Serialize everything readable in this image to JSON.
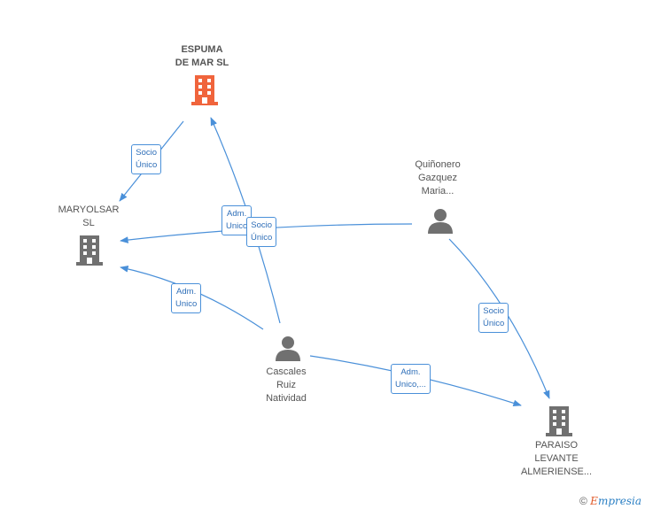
{
  "colors": {
    "edge": "#4a90d9",
    "company_main": "#f0643c",
    "company": "#707070",
    "person": "#707070",
    "edge_label_text": "#2f6fb8"
  },
  "nodes": {
    "espuma": {
      "label": "ESPUMA\nDE MAR  SL",
      "type": "company",
      "icon": "building-icon"
    },
    "maryolsar": {
      "label": "MARYOLSAR\nSL",
      "type": "company",
      "icon": "building-icon"
    },
    "quinonero": {
      "label": "Quiñonero\nGazquez\nMaria...",
      "type": "person",
      "icon": "person-icon"
    },
    "cascales": {
      "label": "Cascales\nRuiz\nNatividad",
      "type": "person",
      "icon": "person-icon"
    },
    "paraiso": {
      "label": "PARAISO\nLEVANTE\nALMERIENSE...",
      "type": "company",
      "icon": "building-icon"
    }
  },
  "edges": {
    "espuma_maryolsar": "Socio\nÚnico",
    "cascales_espuma": "Adm.\nUnico",
    "quinonero_maryolsar": "Socio\nÚnico",
    "cascales_maryolsar": "Adm.\nUnico",
    "quinonero_paraiso": "Socio\nÚnico",
    "cascales_paraiso": "Adm.\nUnico,..."
  },
  "footer": {
    "copyright": "©",
    "brand_first": "E",
    "brand_rest": "mpresia"
  }
}
